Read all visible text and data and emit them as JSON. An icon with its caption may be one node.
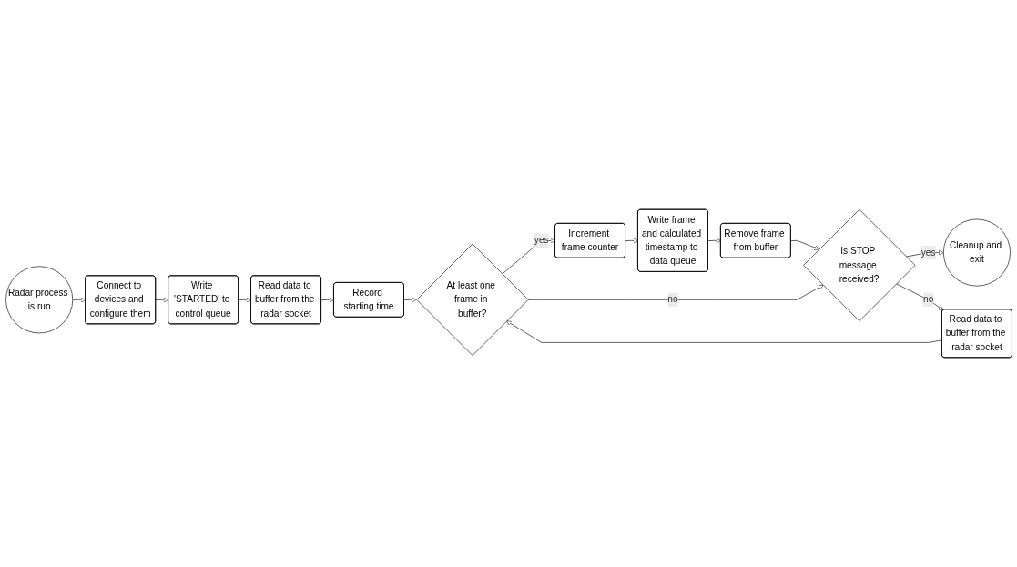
{
  "diagram": {
    "nodes": [
      {
        "text": [
          "Radar process is run"
        ]
      },
      {
        "text": [
          "Connect to devices and configure them"
        ]
      },
      {
        "text": [
          "Write 'STARTED' to control queue"
        ]
      },
      {
        "text": [
          "Read data to buffer from the radar socket"
        ]
      },
      {
        "text": [
          "Record starting time"
        ]
      },
      {
        "text": [
          "At least one frame in buffer?"
        ]
      },
      {
        "text": [
          "Increment frame counter"
        ]
      },
      {
        "text": [
          "Write frame and calculated timestamp to data queue"
        ]
      },
      {
        "text": [
          "Remove frame from buffer"
        ]
      },
      {
        "text": [
          "Is STOP message received?"
        ]
      },
      {
        "text": [
          "Cleanup and exit"
        ]
      },
      {
        "text": [
          "Read data to buffer from the radar socket"
        ]
      }
    ],
    "edges": [
      {
        "from": 0,
        "to": 1,
        "arrow": "to"
      },
      {
        "from": 1,
        "to": 2,
        "arrow": "to"
      },
      {
        "from": 2,
        "to": 3,
        "arrow": "to"
      },
      {
        "from": 3,
        "to": 4,
        "arrow": "to"
      },
      {
        "from": 4,
        "to": 5,
        "arrow": "to"
      },
      {
        "from": 5,
        "to": 6,
        "arrow": "to",
        "label": "yes"
      },
      {
        "from": 6,
        "to": 7,
        "arrow": "to"
      },
      {
        "from": 7,
        "to": 8,
        "arrow": "to"
      },
      {
        "from": 8,
        "to": 9,
        "arrow": "to"
      },
      {
        "from": 5,
        "to": 9,
        "arrow": "to",
        "label": "no"
      },
      {
        "from": 9,
        "to": 10,
        "arrow": "to",
        "label": "yes"
      },
      {
        "from": 9,
        "to": 11,
        "arrow": "to",
        "label": "no"
      },
      {
        "from": 11,
        "to": 5,
        "arrow": "to"
      }
    ]
  }
}
